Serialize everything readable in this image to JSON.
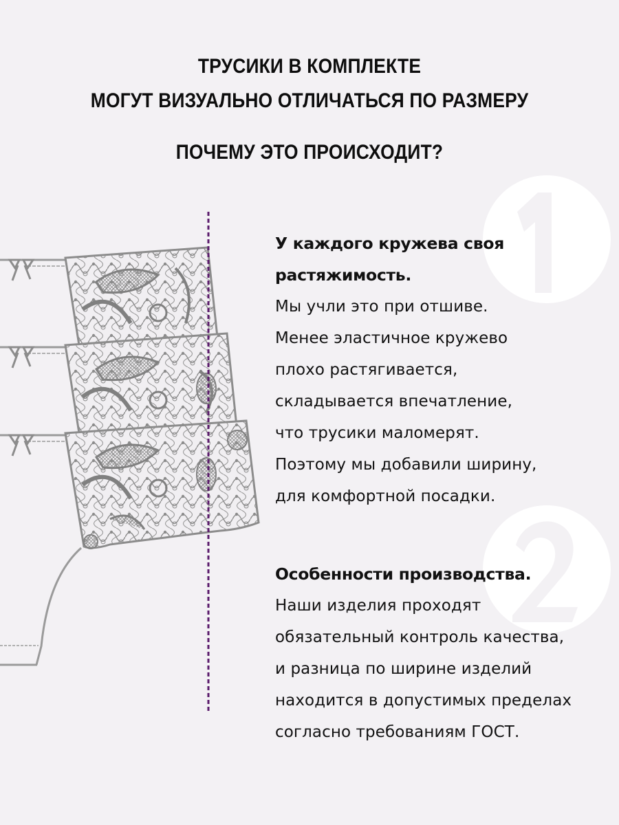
{
  "header": {
    "line1": "ТРУСИКИ В КОМПЛЕКТЕ",
    "line2": "МОГУТ ВИЗУАЛЬНО ОТЛИЧАТЬСЯ ПО РАЗМЕРУ",
    "question": "ПОЧЕМУ ЭТО ПРОИСХОДИТ?"
  },
  "badges": [
    {
      "number": "1"
    },
    {
      "number": "2"
    }
  ],
  "colors": {
    "background": "#f3f1f4",
    "text": "#111111",
    "lace": "#8c8c8c",
    "guide_line": "#5a1a6b",
    "badge": "#ffffff"
  },
  "sections": [
    {
      "title_lines": [
        "У каждого кружева своя",
        "растяжимость."
      ],
      "body_lines": [
        "Мы учли это при отшиве.",
        "Менее эластичное кружево",
        "плохо растягивается,",
        "складывается впечатление,",
        "что трусики маломерят.",
        "Поэтому мы добавили ширину,",
        "для комфортной посадки."
      ]
    },
    {
      "title_lines": [
        "Особенности производства."
      ],
      "body_lines": [
        "Наши изделия проходят",
        "обязательный контроль качества,",
        "и разница по ширине изделий",
        "находится в допустимых пределах",
        "согласно требованиям ГОСТ."
      ]
    }
  ],
  "illustration": {
    "description": "three stacked lace panties of increasing width with a vertical dashed guide line",
    "panel_count": 3
  }
}
